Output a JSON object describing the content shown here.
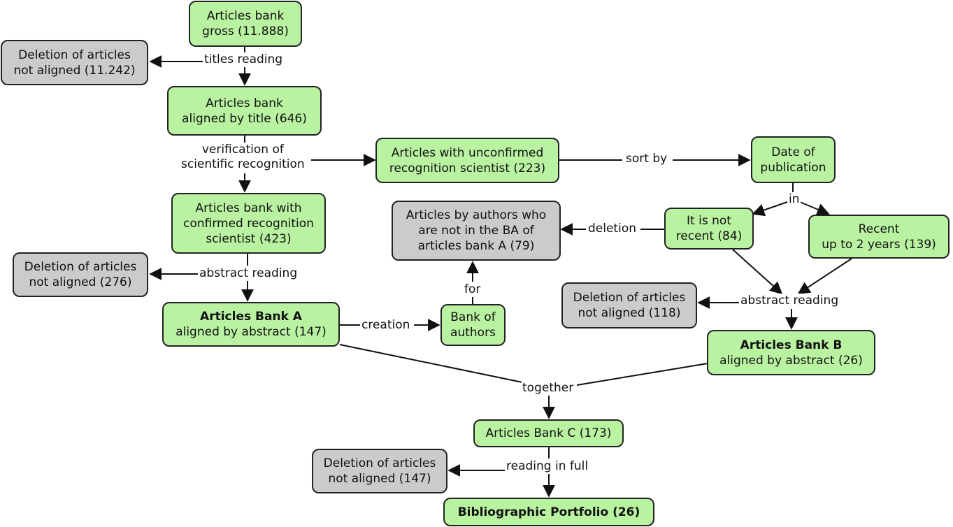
{
  "nodes": {
    "gross": {
      "line1": "Articles bank",
      "line2": "gross (11.888)"
    },
    "del_titles": {
      "line1": "Deletion of articles",
      "line2": "not aligned (11.242)"
    },
    "aligned_title": {
      "line1": "Articles bank",
      "line2": "aligned by title (646)"
    },
    "unconfirmed": {
      "line1": "Articles with unconfirmed",
      "line2": "recognition scientist (223)"
    },
    "date_pub": {
      "line1": "Date of",
      "line2": "publication"
    },
    "confirmed": {
      "line1": "Articles bank with",
      "line2": "confirmed recognition",
      "line3": "scientist (423)"
    },
    "by_authors": {
      "line1": "Articles by authors who",
      "line2": "are not in the BA of",
      "line3": "articles bank A (79)"
    },
    "not_recent": {
      "line1": "It is not",
      "line2": "recent (84)"
    },
    "recent": {
      "line1": "Recent",
      "line2": "up to 2 years (139)"
    },
    "del_276": {
      "line1": "Deletion of articles",
      "line2": "not aligned (276)"
    },
    "del_118": {
      "line1": "Deletion of articles",
      "line2": "not aligned (118)"
    },
    "bank_a": {
      "line1": "Articles Bank A",
      "line2": "aligned by abstract (147)"
    },
    "bank_authors": {
      "line1": "Bank of",
      "line2": "authors"
    },
    "bank_b": {
      "line1": "Articles Bank B",
      "line2": "aligned by abstract (26)"
    },
    "bank_c": {
      "line1": "Articles Bank C (173)"
    },
    "del_147": {
      "line1": "Deletion of articles",
      "line2": "not aligned (147)"
    },
    "portfolio": {
      "line1": "Bibliographic Portfolio (26)"
    }
  },
  "labels": {
    "titles_reading": "titles reading",
    "verification_1": "verification of",
    "verification_2": "scientific recognition",
    "sort_by": "sort by",
    "in": "in",
    "deletion": "deletion",
    "abstract_reading_left": "abstract reading",
    "for": "for",
    "abstract_reading_right": "abstract reading",
    "creation": "creation",
    "together": "together",
    "reading_in_full": "reading in full"
  },
  "colors": {
    "kept_fill": "#b9f2a1",
    "removed_fill": "#cbcbcb",
    "line": "#111111"
  }
}
